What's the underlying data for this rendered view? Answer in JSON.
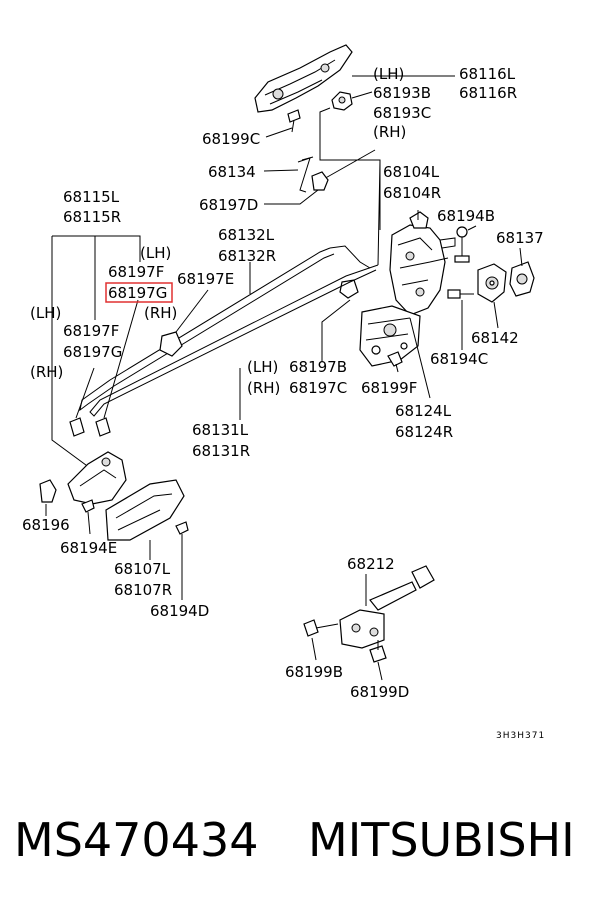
{
  "labels": [
    {
      "key": "l68116L",
      "text": "68116L"
    },
    {
      "key": "l68116R",
      "text": "68116R"
    },
    {
      "key": "lLH1",
      "text": "(LH)"
    },
    {
      "key": "l68193B",
      "text": "68193B"
    },
    {
      "key": "l68193C",
      "text": "68193C"
    },
    {
      "key": "lRH1",
      "text": "(RH)"
    },
    {
      "key": "l68199C",
      "text": "68199C"
    },
    {
      "key": "l68134",
      "text": "68134"
    },
    {
      "key": "l68197D",
      "text": "68197D"
    },
    {
      "key": "l68104L",
      "text": "68104L"
    },
    {
      "key": "l68104R",
      "text": "68104R"
    },
    {
      "key": "l68194B",
      "text": "68194B"
    },
    {
      "key": "l68137",
      "text": "68137"
    },
    {
      "key": "l68115L",
      "text": "68115L"
    },
    {
      "key": "l68115R",
      "text": "68115R"
    },
    {
      "key": "lLH2",
      "text": "(LH)"
    },
    {
      "key": "l68197F1",
      "text": "68197F"
    },
    {
      "key": "l68197G1",
      "text": "68197G"
    },
    {
      "key": "lRH2",
      "text": "(RH)"
    },
    {
      "key": "l68132L",
      "text": "68132L"
    },
    {
      "key": "l68132R",
      "text": "68132R"
    },
    {
      "key": "l68197E",
      "text": "68197E"
    },
    {
      "key": "lLH3",
      "text": "(LH)"
    },
    {
      "key": "l68197F2",
      "text": "68197F"
    },
    {
      "key": "l68197G2",
      "text": "68197G"
    },
    {
      "key": "lRH3",
      "text": "(RH)"
    },
    {
      "key": "l68142",
      "text": "68142"
    },
    {
      "key": "l68194C",
      "text": "68194C"
    },
    {
      "key": "lLH4",
      "text": "(LH)"
    },
    {
      "key": "l68197B",
      "text": "68197B"
    },
    {
      "key": "lRH4",
      "text": "(RH)"
    },
    {
      "key": "l68197C",
      "text": "68197C"
    },
    {
      "key": "l68199F",
      "text": "68199F"
    },
    {
      "key": "l68124L",
      "text": "68124L"
    },
    {
      "key": "l68124R",
      "text": "68124R"
    },
    {
      "key": "l68131L",
      "text": "68131L"
    },
    {
      "key": "l68131R",
      "text": "68131R"
    },
    {
      "key": "l68196",
      "text": "68196"
    },
    {
      "key": "l68194E",
      "text": "68194E"
    },
    {
      "key": "l68107L",
      "text": "68107L"
    },
    {
      "key": "l68107R",
      "text": "68107R"
    },
    {
      "key": "l68194D",
      "text": "68194D"
    },
    {
      "key": "l68212",
      "text": "68212"
    },
    {
      "key": "l68199B",
      "text": "68199B"
    },
    {
      "key": "l68199D",
      "text": "68199D"
    },
    {
      "key": "lcode",
      "text": "3H3H371"
    }
  ],
  "highlight_color": "#e03030",
  "footer": {
    "part_number": "MS470434",
    "brand": "MITSUBISHI"
  }
}
